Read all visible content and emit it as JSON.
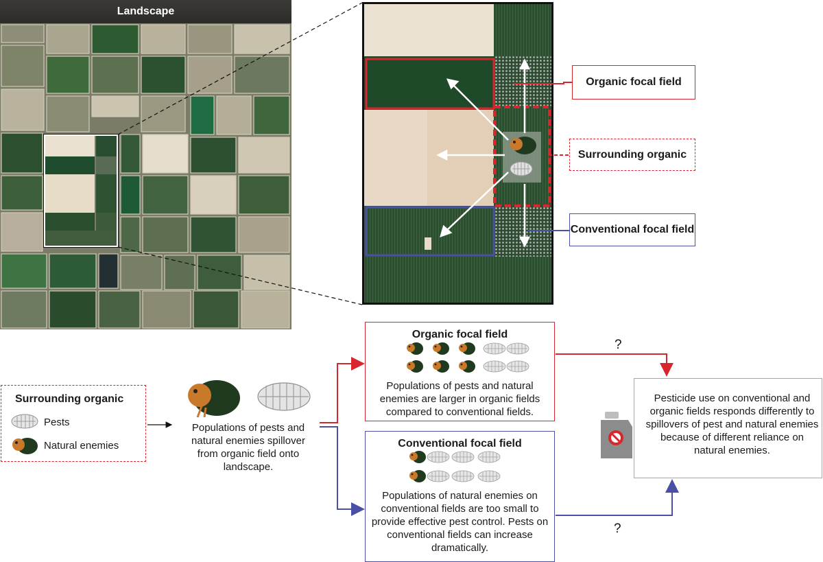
{
  "landscape": {
    "title": "Landscape"
  },
  "callouts": {
    "organic_focal": "Organic focal field",
    "surrounding": "Surrounding organic",
    "conventional_focal": "Conventional focal field"
  },
  "legend": {
    "title": "Surrounding organic",
    "pests": "Pests",
    "natural_enemies": "Natural enemies"
  },
  "spillover": {
    "text": "Populations of pests and natural enemies spillover from organic field onto landscape."
  },
  "organic_box": {
    "title": "Organic focal field",
    "text": "Populations of pests and  natural enemies are larger in organic fields compared to conventional fields."
  },
  "conventional_box": {
    "title": "Conventional focal field",
    "text": "Populations of natural enemies on conventional fields are too small to provide effective pest control. Pests on conventional fields can increase dramatically."
  },
  "pesticide_box": {
    "text": "Pesticide use on conventional and organic fields responds differently to spillovers of pest and natural enemies because of different reliance on natural enemies."
  },
  "question_mark_top": "?",
  "question_mark_bottom": "?",
  "colors": {
    "organic_red": "#d7262e",
    "conventional_blue": "#4a50a5",
    "field_green": "#2f5a35",
    "bare_soil": "#ece3d5"
  }
}
